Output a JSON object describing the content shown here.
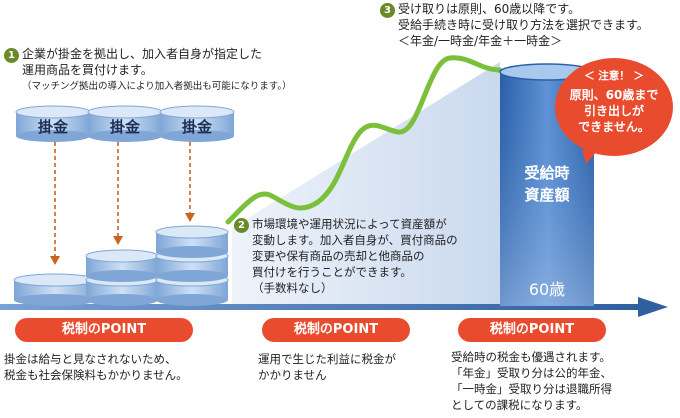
{
  "step1": {
    "number": "1",
    "lines": [
      "企業が掛金を拠出し、加入者自身が指定した",
      "運用商品を買付けます。"
    ],
    "note": "（マッチング拠出の導入により加入者拠出も可能になります。）"
  },
  "contributions": [
    "掛金",
    "掛金",
    "掛金"
  ],
  "step2": {
    "number": "2",
    "lines": [
      "市場環境や運用状況によって資産額が",
      "変動します。加入者自身が、買付商品の",
      "変更や保有商品の売却と他商品の",
      "買付けを行うことができます。",
      "（手数料なし）"
    ]
  },
  "step3": {
    "number": "3",
    "lines": [
      "受け取りは原則、60歳以降です。",
      "受給手続き時に受け取り方法を選択できます。",
      "＜年金/一時金/年金＋一時金＞"
    ]
  },
  "column": {
    "line1": "受給時",
    "line2": "資産額",
    "age": "60歳"
  },
  "caution": {
    "title": "＜ 注意！ ＞",
    "line1": "原則、60歳まで",
    "line2": "引き出しが",
    "line3": "できません。"
  },
  "points": [
    {
      "label": "税制のPOINT",
      "lines": [
        "掛金は給与と見なされないため、",
        "税金も社会保険料もかかりません。"
      ]
    },
    {
      "label": "税制のPOINT",
      "lines": [
        "運用で生じた利益に税金が",
        "かかりません"
      ]
    },
    {
      "label": "税制のPOINT",
      "lines": [
        "受給時の税金も優遇されます。",
        "「年金」受取り分は公的年金、",
        "「一時金」受取り分は退職所得",
        "としての課税になります。"
      ]
    }
  ],
  "colors": {
    "accent": "#e94b2e",
    "green": "#6a8a2a",
    "blue": "#3b6fb0",
    "curve": "#7bbf3a"
  }
}
